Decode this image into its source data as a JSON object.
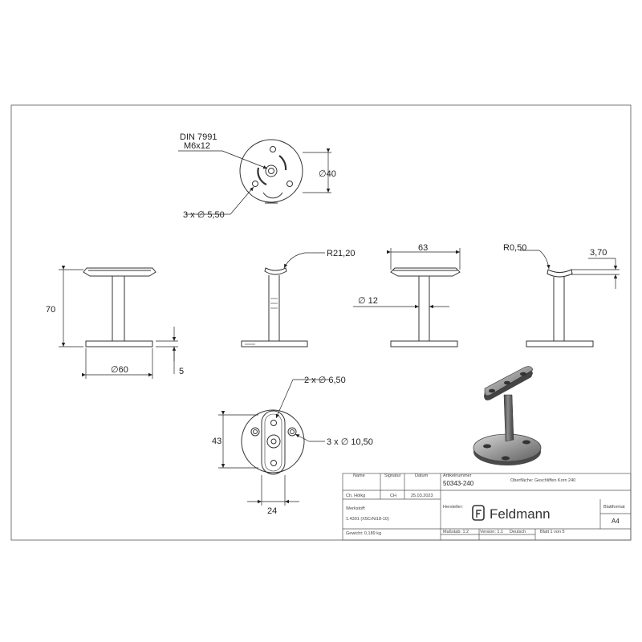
{
  "callouts": {
    "din": "DIN 7991",
    "screw": "M6x12",
    "holes_top": "3 x ∅ 5,50",
    "dia_top": "∅40",
    "radius": "R21,20",
    "width": "63",
    "pipe_dia": "∅ 12",
    "edge_radius": "R0,50",
    "flange_height": "3,70",
    "height": "70",
    "base_dia": "∅60",
    "base_thickness": "5",
    "slot_holes": "2 x ∅ 6,50",
    "base_holes": "3 x ∅ 10,50",
    "plate_len": "43",
    "plate_width": "24"
  },
  "title_block": {
    "hdr_name": "Name",
    "hdr_signature": "Signatur",
    "hdr_date": "Datum",
    "name": "Ch. Hölkg",
    "signature": "CH",
    "date": "25.03.2023",
    "article_label": "Artikelnummer",
    "article_no": "50343-240",
    "surface": "Oberfläche: Geschliffen Korn 240",
    "material_label": "Werkstoff:",
    "material": "1.4301 (X5CrNi18-10)",
    "manufacturer_label": "Hersteller:",
    "brand": "Feldmann",
    "format_label": "Blattformat",
    "format": "A4",
    "weight": "Gewicht: 0,189 kg",
    "scale": "Maßstab: 1:2",
    "version": "Version: 1.1",
    "language": "Deutsch",
    "sheet": "Blatt 1 von 5"
  }
}
